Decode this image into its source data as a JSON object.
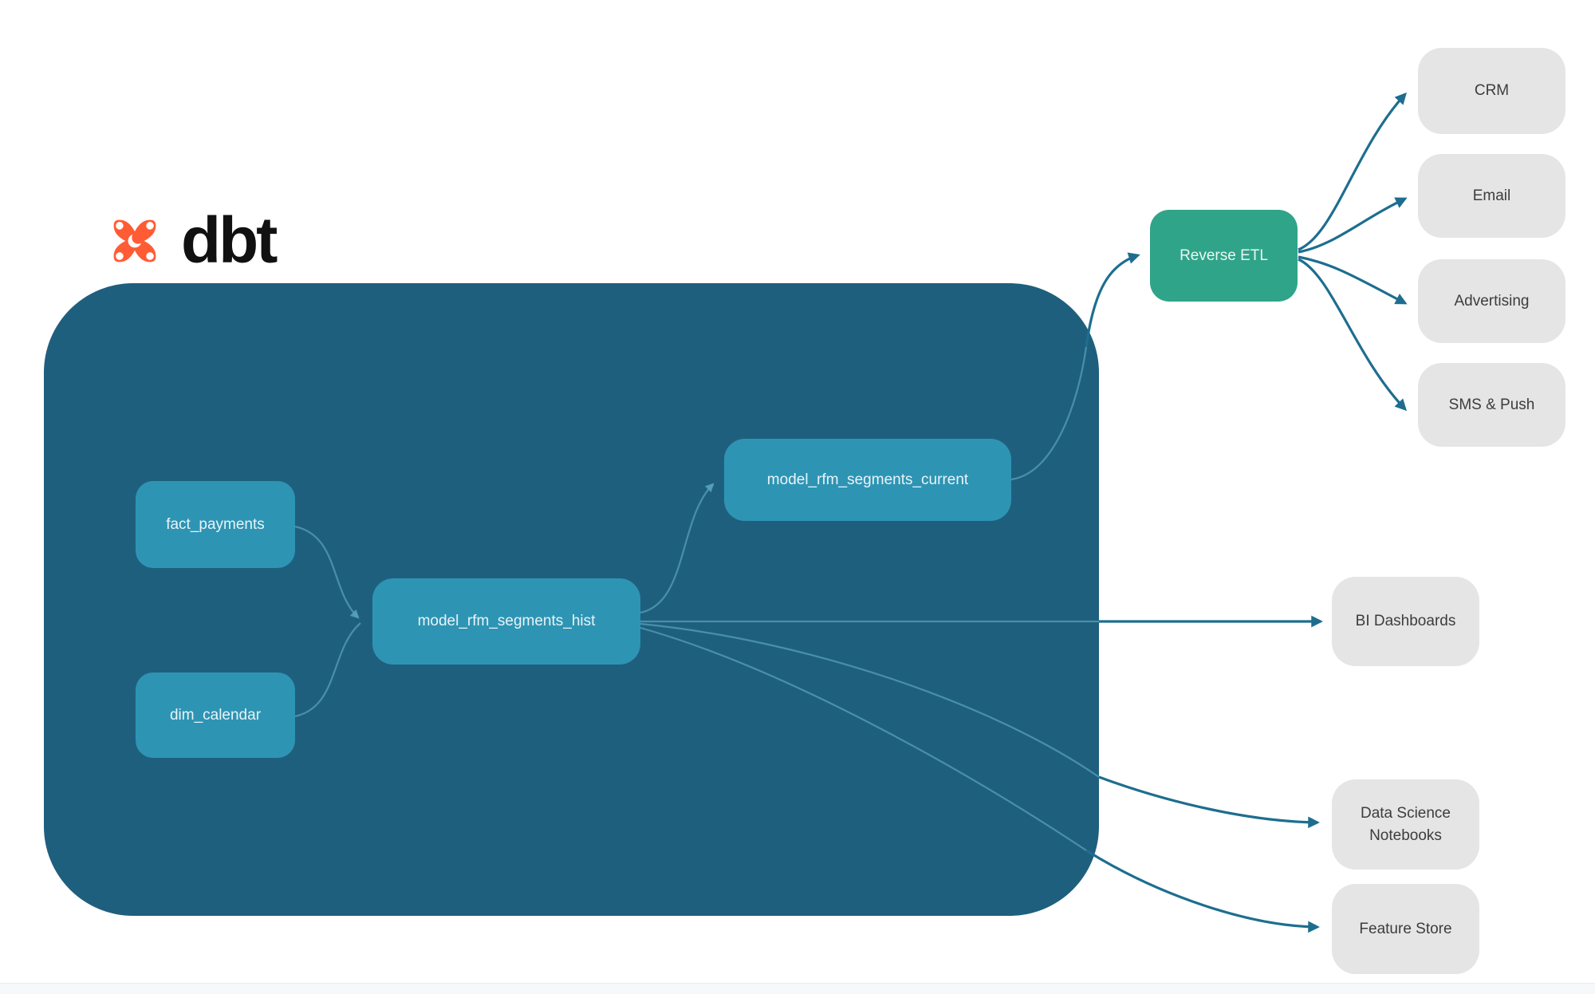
{
  "brand": {
    "name": "dbt"
  },
  "colors": {
    "dbt_orange": "#FF5C35",
    "warehouse_background": "#1F5F7E",
    "model_box": "#2E94B4",
    "reverse_etl_green": "#2FA489",
    "destination_gray": "#E5E5E5",
    "edge_dark": "#1D6E8E",
    "edge_light": "#55A0B9"
  },
  "diagram": {
    "warehouse_models": [
      {
        "label": "fact_payments"
      },
      {
        "label": "dim_calendar"
      },
      {
        "label": "model_rfm_segments_hist"
      },
      {
        "label": "model_rfm_segments_current"
      }
    ],
    "reverse_etl": {
      "label": "Reverse ETL"
    },
    "activation_destinations": [
      {
        "label": "CRM"
      },
      {
        "label": "Email"
      },
      {
        "label": "Advertising"
      },
      {
        "label": "SMS & Push"
      }
    ],
    "analytics_outputs": [
      {
        "label": "BI Dashboards"
      },
      {
        "label": "Data Science Notebooks"
      },
      {
        "label": "Feature Store"
      }
    ],
    "edges": [
      {
        "from": "fact_payments",
        "to": "model_rfm_segments_hist"
      },
      {
        "from": "dim_calendar",
        "to": "model_rfm_segments_hist"
      },
      {
        "from": "model_rfm_segments_hist",
        "to": "model_rfm_segments_current"
      },
      {
        "from": "model_rfm_segments_current",
        "to": "Reverse ETL"
      },
      {
        "from": "Reverse ETL",
        "to": "CRM"
      },
      {
        "from": "Reverse ETL",
        "to": "Email"
      },
      {
        "from": "Reverse ETL",
        "to": "Advertising"
      },
      {
        "from": "Reverse ETL",
        "to": "SMS & Push"
      },
      {
        "from": "model_rfm_segments_hist",
        "to": "BI Dashboards"
      },
      {
        "from": "model_rfm_segments_hist",
        "to": "Data Science Notebooks"
      },
      {
        "from": "model_rfm_segments_hist",
        "to": "Feature Store"
      }
    ]
  }
}
